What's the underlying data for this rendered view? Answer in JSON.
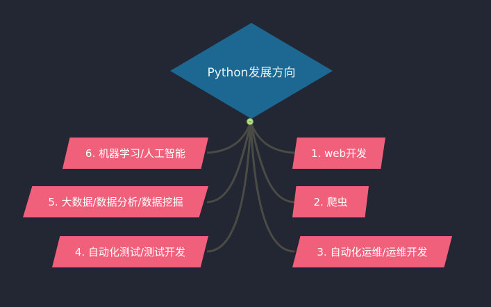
{
  "root": {
    "label": "Python发展方向"
  },
  "branches_left": [
    {
      "label": "6. 机器学习/人工智能"
    },
    {
      "label": "5. 大数据/数据分析/数据挖掘"
    },
    {
      "label": "4. 自动化测试/测试开发"
    }
  ],
  "branches_right": [
    {
      "label": "1. web开发"
    },
    {
      "label": "2. 爬虫"
    },
    {
      "label": "3. 自动化运维/运维开发"
    }
  ],
  "colors": {
    "background": "#232733",
    "root": "#1d6892",
    "node": "#f0607a",
    "connector": "#4a4a45"
  }
}
